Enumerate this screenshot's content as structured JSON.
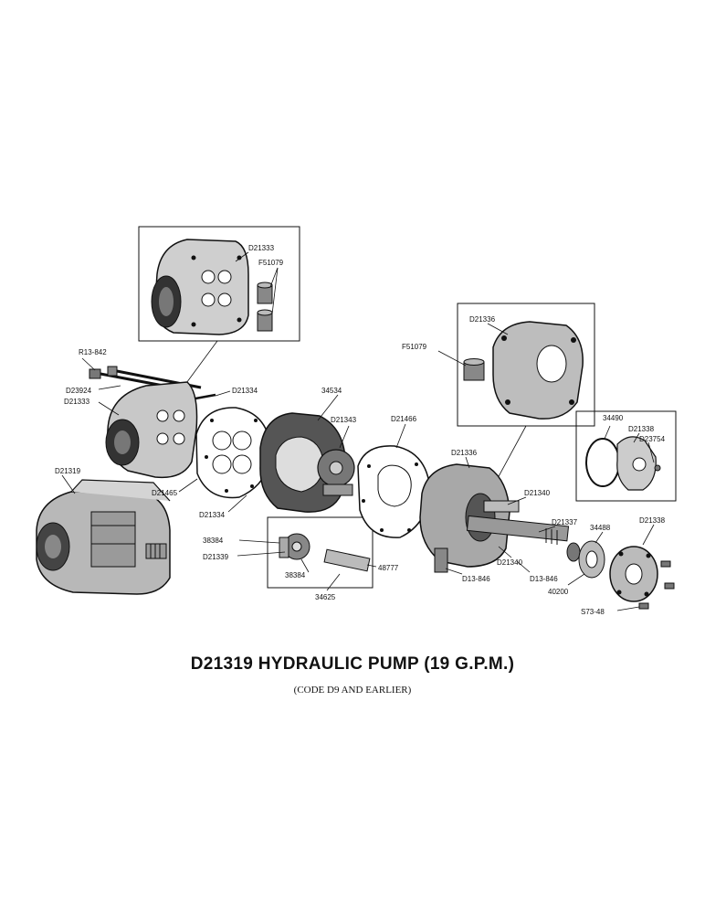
{
  "title": "D21319 HYDRAULIC PUMP (19 G.P.M.)",
  "subtitle": "(CODE D9 AND EARLIER)",
  "labels": {
    "inset1_d21333": "D21333",
    "inset1_f51079": "F51079",
    "r13_842": "R13-842",
    "d23924": "D23924",
    "d21333": "D21333",
    "d21334_top": "D21334",
    "d21319": "D21319",
    "d21465": "D21465",
    "d21334_bottom": "D21334",
    "p34534": "34534",
    "d21343": "D21343",
    "d21466": "D21466",
    "p38384_top": "38384",
    "d21339": "D21339",
    "p38384_bottom": "38384",
    "p48777": "48777",
    "p34625": "34625",
    "inset2_d21336": "D21336",
    "inset2_f51079": "F51079",
    "d21336": "D21336",
    "d21340_top": "D21340",
    "d21337": "D21337",
    "d21340_bottom": "D21340",
    "d13_846_left": "D13-846",
    "d13_846_right": "D13-846",
    "p34488": "34488",
    "p40200": "40200",
    "p34490": "34490",
    "inset3_d21338": "D21338",
    "d23754": "D23754",
    "d21338": "D21338",
    "s73_48": "S73-48"
  }
}
